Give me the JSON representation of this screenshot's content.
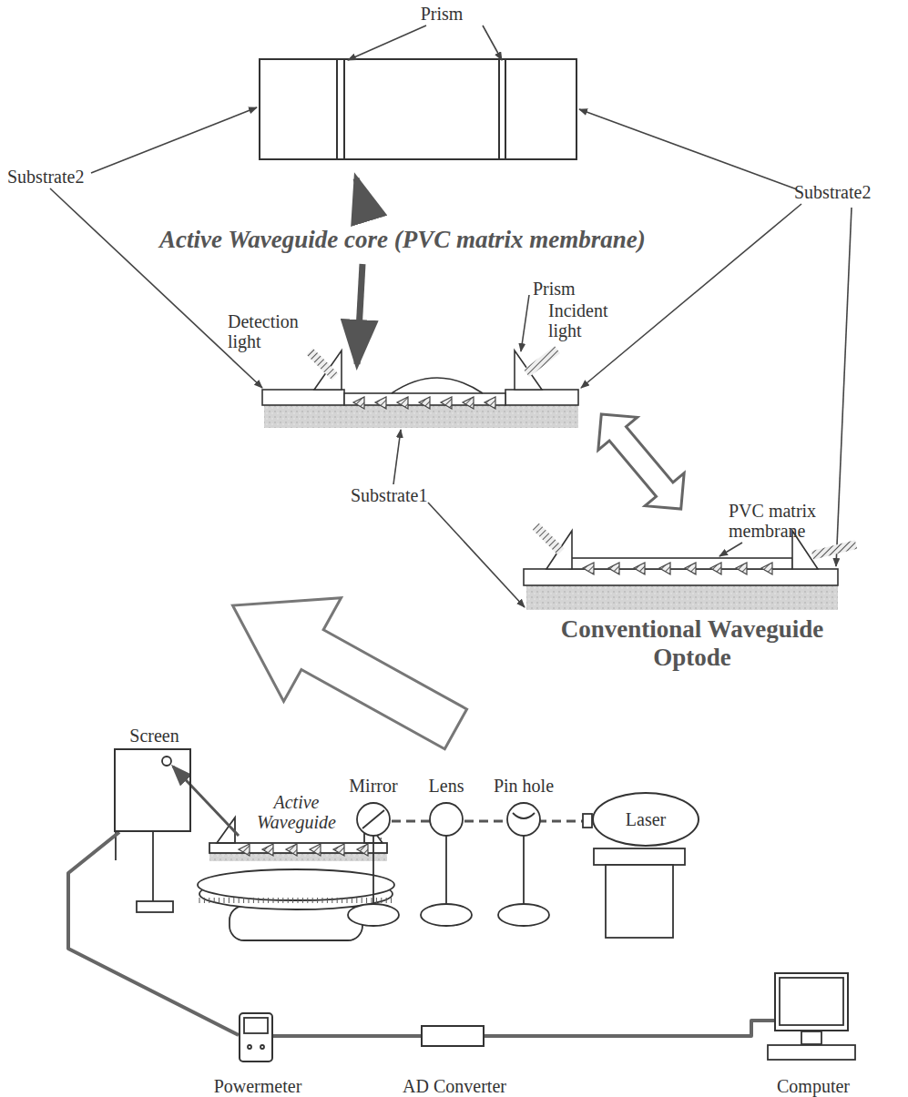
{
  "diagram": {
    "nodes": [
      {
        "text": [
          "Screen"
        ]
      },
      {
        "text": [
          "Laser"
        ]
      },
      {
        "text": [
          "Powermeter"
        ]
      },
      {
        "text": [
          "AD Converter"
        ]
      },
      {
        "text": [
          "Computer"
        ]
      }
    ],
    "edges": [
      {
        "from": 0,
        "to": 2,
        "arrow": "none"
      },
      {
        "from": 2,
        "to": 3,
        "arrow": "none"
      },
      {
        "from": 3,
        "to": 4,
        "arrow": "none"
      }
    ],
    "labels": [
      "Prism",
      "Substrate2",
      "Substrate2",
      "Active Waveguide core (PVC matrix membrane)",
      "Detection light",
      "Prism",
      "Incident light",
      "Substrate1",
      "PVC matrix membrane",
      "Conventional Waveguide Optode",
      "Active Waveguide",
      "Mirror",
      "Lens",
      "Pin hole"
    ]
  }
}
